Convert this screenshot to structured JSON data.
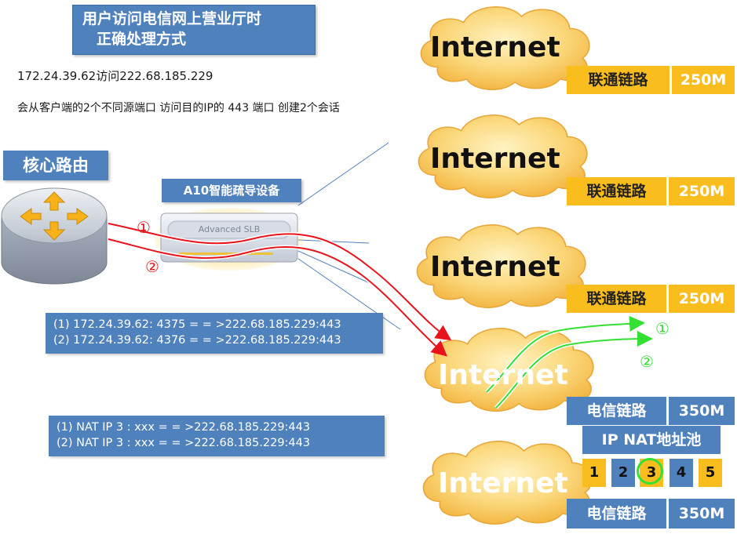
{
  "title": {
    "line1": "用户访问电信网上营业厅时",
    "line2": "正确处理方式"
  },
  "desc": {
    "line1": "172.24.39.62访问222.68.185.229",
    "line2": "会从客户端的2个不同源端口 访问目的IP的 443 端口 创建2个会话"
  },
  "core_router": {
    "label": "核心路由"
  },
  "slb": {
    "label": "A10智能疏导设备",
    "device_text": "Advanced SLB"
  },
  "path_markers": {
    "one": "①",
    "two": "②"
  },
  "sessions_box": {
    "line1": "(1) 172.24.39.62: 4375 = = >222.68.185.229:443",
    "line2": "(2) 172.24.39.62: 4376 = = >222.68.185.229:443"
  },
  "nat_box": {
    "line1": "(1) NAT IP 3 : xxx = = >222.68.185.229:443",
    "line2": "(2) NAT IP 3 : xxx = = >222.68.185.229:443"
  },
  "clouds": [
    {
      "label": "Internet"
    },
    {
      "label": "Internet"
    },
    {
      "label": "Internet"
    },
    {
      "label": "Internet"
    },
    {
      "label": "Internet"
    }
  ],
  "links": [
    {
      "name": "联通链路",
      "speed": "250M"
    },
    {
      "name": "联通链路",
      "speed": "250M"
    },
    {
      "name": "联通链路",
      "speed": "250M"
    },
    {
      "name": "电信链路",
      "speed": "350M"
    },
    {
      "name": "电信链路",
      "speed": "350M"
    }
  ],
  "nat_pool": {
    "title": "IP NAT地址池",
    "items": [
      "1",
      "2",
      "3",
      "4",
      "5"
    ],
    "highlighted": "3"
  },
  "colors": {
    "accent_blue": "#4f81bd",
    "link_yellow": "#f9bd1e",
    "red_path": "#e8141c",
    "green_path": "#33e033"
  }
}
